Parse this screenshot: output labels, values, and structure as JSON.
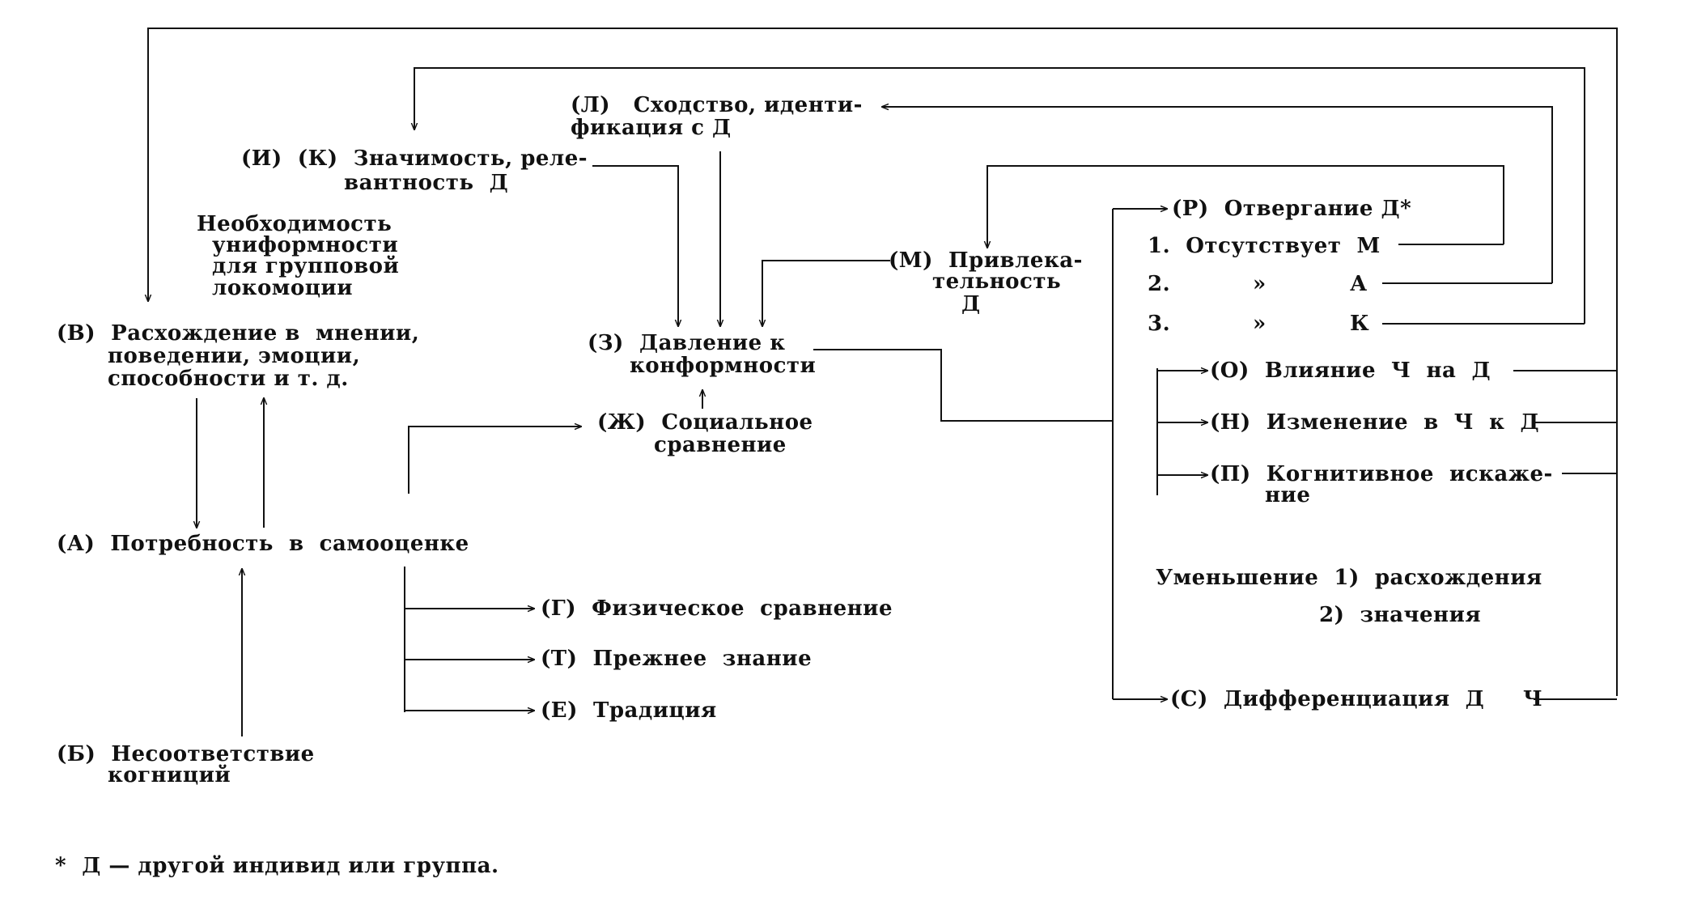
{
  "nodes": {
    "L": {
      "line1": "(Л)   Сходство, иденти-",
      "line2": "фикация с Д"
    },
    "IK": {
      "line1": "(И)  (К)  Значимость, реле-",
      "line2": "вантность  Д"
    },
    "need": {
      "line1": "Необходимость",
      "line2": "униформности",
      "line3": "для групповой",
      "line4": "локомоции"
    },
    "V": {
      "line1": "(В)  Расхождение в  мнении,",
      "line2": "поведении, эмоции,",
      "line3": "способности и т. д."
    },
    "Z": {
      "line1": "(З)  Давление к",
      "line2": "конформности"
    },
    "ZH": {
      "line1": "(Ж)  Социальное",
      "line2": "сравнение"
    },
    "M": {
      "line1": "(М)  Привлека-",
      "line2": "тельность",
      "line3": "Д"
    },
    "R": {
      "title": "(Р)  Отвергание Д*",
      "item1": "1.  Отсутствует  М",
      "item2_num": "2.",
      "item2_ditto": "»",
      "item2_letter": "А",
      "item3_num": "3.",
      "item3_ditto": "»",
      "item3_letter": "К"
    },
    "O": {
      "line1": "(О)  Влияние  Ч  на  Д"
    },
    "N": {
      "line1": "(Н)  Изменение  в  Ч  к  Д"
    },
    "P": {
      "line1": "(П)  Когнитивное  искаже-",
      "line2": "ние"
    },
    "reduction": {
      "line1": "Уменьшение  1)  расхождения",
      "line2": "2)  значения"
    },
    "A": {
      "line1": "(А)  Потребность  в  самооценке"
    },
    "G": {
      "line1": "(Г)  Физическое  сравнение"
    },
    "T": {
      "line1": "(Т)  Прежнее  знание"
    },
    "E": {
      "line1": "(Е)  Традиция"
    },
    "C": {
      "line1": "(С)  Дифференциация  Д     Ч"
    },
    "B": {
      "line1": "(Б)  Несоответствие",
      "line2": "когниций"
    }
  },
  "footnote": "*  Д — другой индивид или группа."
}
